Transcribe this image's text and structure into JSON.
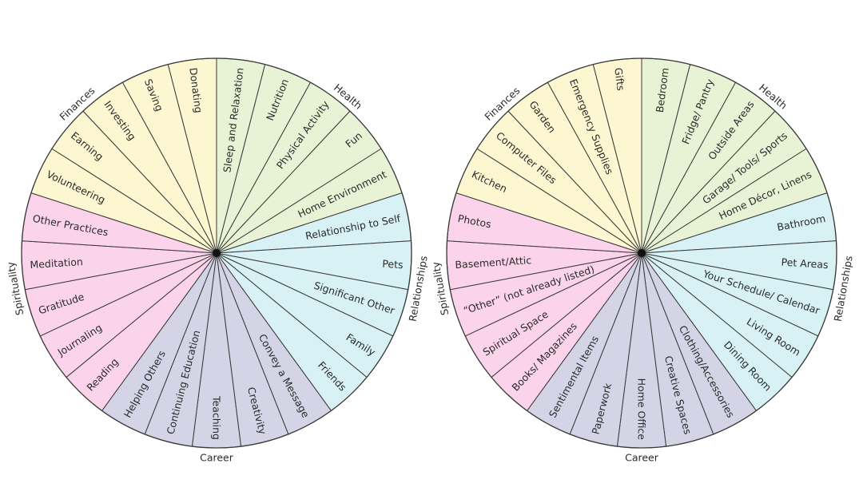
{
  "colors": {
    "finances": "#fcf7d0",
    "health": "#e8f3d6",
    "relationships": "#d7f1f5",
    "spirituality": "#fbd3ea",
    "career": "#d4d4e6",
    "line": "#3a3a3a",
    "text": "#2b2b2b"
  },
  "wheels": [
    {
      "groups": [
        {
          "key": "finances",
          "label": "Finances"
        },
        {
          "key": "health",
          "label": "Health"
        },
        {
          "key": "relationships",
          "label": "Relationships"
        },
        {
          "key": "career",
          "label": "Career"
        },
        {
          "key": "spirituality",
          "label": "Spirituality"
        }
      ],
      "segments": [
        {
          "label": "Sleep and Relaxation",
          "group": "health"
        },
        {
          "label": "Nutrition",
          "group": "health"
        },
        {
          "label": "Physical Activity",
          "group": "health"
        },
        {
          "label": "Fun",
          "group": "health"
        },
        {
          "label": "Home Environment",
          "group": "health"
        },
        {
          "label": "Relationship to Self",
          "group": "relationships"
        },
        {
          "label": "Pets",
          "group": "relationships"
        },
        {
          "label": "Significant Other",
          "group": "relationships"
        },
        {
          "label": "Family",
          "group": "relationships"
        },
        {
          "label": "Friends",
          "group": "relationships"
        },
        {
          "label": "Convey a Message",
          "group": "career"
        },
        {
          "label": "Creativity",
          "group": "career"
        },
        {
          "label": "Teaching",
          "group": "career"
        },
        {
          "label": "Continuing Education",
          "group": "career"
        },
        {
          "label": "Helping Others",
          "group": "career"
        },
        {
          "label": "Reading",
          "group": "spirituality"
        },
        {
          "label": "Journaling",
          "group": "spirituality"
        },
        {
          "label": "Gratitude",
          "group": "spirituality"
        },
        {
          "label": "Meditation",
          "group": "spirituality"
        },
        {
          "label": "Other Practices",
          "group": "spirituality"
        },
        {
          "label": "Volunteering",
          "group": "finances"
        },
        {
          "label": "Earning",
          "group": "finances"
        },
        {
          "label": "Investing",
          "group": "finances"
        },
        {
          "label": "Saving",
          "group": "finances"
        },
        {
          "label": "Donating",
          "group": "finances"
        }
      ]
    },
    {
      "groups": [
        {
          "key": "finances",
          "label": "Finances"
        },
        {
          "key": "health",
          "label": "Health"
        },
        {
          "key": "relationships",
          "label": "Relationships"
        },
        {
          "key": "career",
          "label": "Career"
        },
        {
          "key": "spirituality",
          "label": "Spirituality"
        }
      ],
      "segments": [
        {
          "label": "Bedroom",
          "group": "health"
        },
        {
          "label": "Fridge/ Pantry",
          "group": "health"
        },
        {
          "label": "Outside Areas",
          "group": "health"
        },
        {
          "label": "Garage/ Tools/ Sports",
          "group": "health"
        },
        {
          "label": "Home Décor, Linens",
          "group": "health"
        },
        {
          "label": "Bathroom",
          "group": "relationships"
        },
        {
          "label": "Pet Areas",
          "group": "relationships"
        },
        {
          "label": "Your Schedule/ Calendar",
          "group": "relationships"
        },
        {
          "label": "Living Room",
          "group": "relationships"
        },
        {
          "label": "Dining Room",
          "group": "relationships"
        },
        {
          "label": "Clothing/Accessories",
          "group": "career"
        },
        {
          "label": "Creative Spaces",
          "group": "career"
        },
        {
          "label": "Home Office",
          "group": "career"
        },
        {
          "label": "Paperwork",
          "group": "career"
        },
        {
          "label": "Sentimental Items",
          "group": "career"
        },
        {
          "label": "Books/ Magazines",
          "group": "spirituality"
        },
        {
          "label": "Spiritual Space",
          "group": "spirituality"
        },
        {
          "label": "“Other” (not  already listed)",
          "group": "spirituality"
        },
        {
          "label": "Basement/Attic",
          "group": "spirituality"
        },
        {
          "label": "Photos",
          "group": "spirituality"
        },
        {
          "label": "Kitchen",
          "group": "finances"
        },
        {
          "label": "Computer Files",
          "group": "finances"
        },
        {
          "label": "Garden",
          "group": "finances"
        },
        {
          "label": "Emergency Supplies",
          "group": "finances"
        },
        {
          "label": "Gifts",
          "group": "finances"
        }
      ]
    }
  ]
}
